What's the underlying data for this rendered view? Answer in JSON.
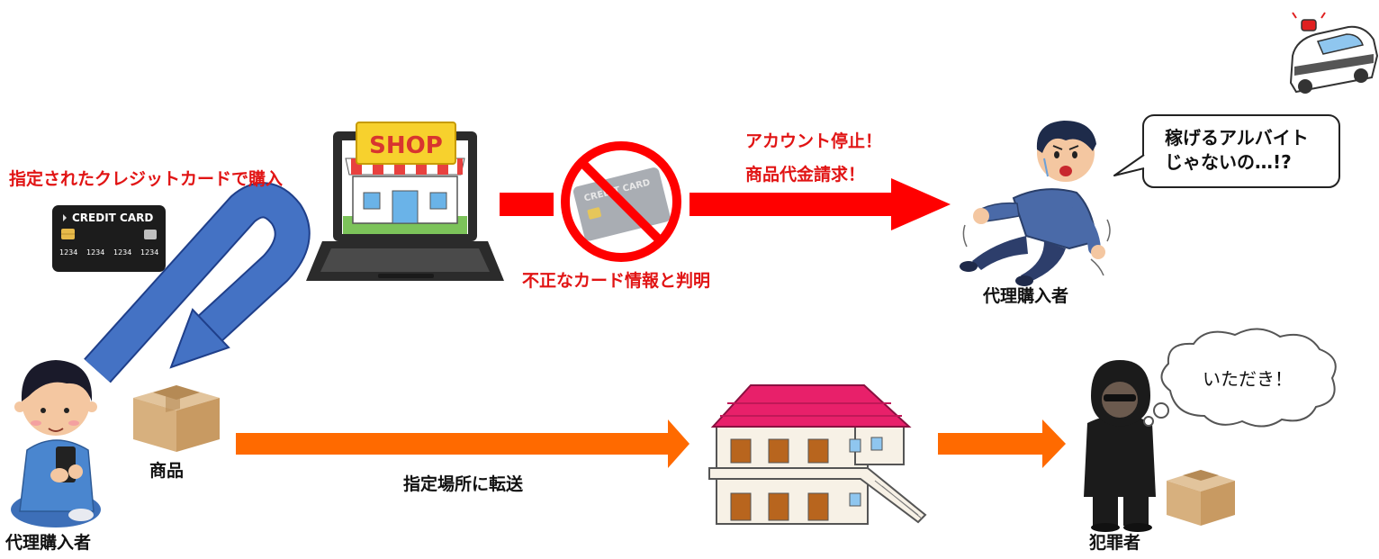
{
  "colors": {
    "red_arrow": "#ff0000",
    "orange_arrow": "#ff6a00",
    "blue_arrow": "#4472c4",
    "red_text": "#e11414"
  },
  "labels": {
    "buy_instruction": "指定されたクレジットカードで購入",
    "account_suspended": "アカウント停止！",
    "charge_claim": "商品代金請求！",
    "fraud_card_found": "不正なカード情報と判明",
    "proxy_buyer_top": "代理購入者",
    "proxy_buyer_bottom": "代理購入者",
    "product": "商品",
    "forward_to_location": "指定場所に転送",
    "criminal": "犯罪者",
    "shop_sign": "SHOP",
    "card_text_black": "CREDIT CARD",
    "card_text_grey": "CREDIT CARD",
    "card_digits": [
      "1234",
      "1234",
      "1234",
      "1234"
    ]
  },
  "bubbles": {
    "victim_line1": "稼げるアルバイト",
    "victim_line2": "じゃないの…!?",
    "criminal": "いただき！"
  },
  "icons": {
    "police_car": "police-car-icon",
    "credit_card": "credit-card-icon",
    "laptop_shop": "laptop-shop-icon",
    "prohibited_card": "prohibited-card-icon",
    "panicked_man": "panicked-man-icon",
    "man_with_phone": "man-with-phone-icon",
    "cardboard_box": "cardboard-box-icon",
    "house": "house-icon",
    "hooded_criminal": "hooded-criminal-icon"
  }
}
